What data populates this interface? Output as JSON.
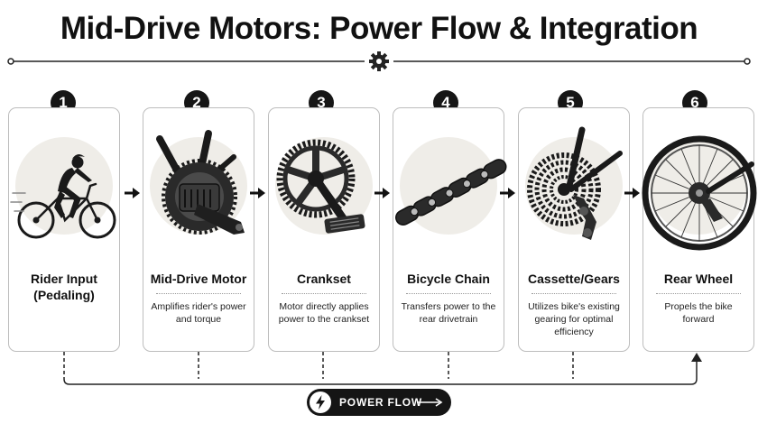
{
  "title": "Mid-Drive Motors: Power Flow & Integration",
  "steps": [
    {
      "number": "1",
      "title": "Rider Input\n(Pedaling)",
      "description": "",
      "icon": "cyclist-icon"
    },
    {
      "number": "2",
      "title": "Mid-Drive Motor",
      "description": "Amplifies rider's power and torque",
      "icon": "mid-drive-motor-icon"
    },
    {
      "number": "3",
      "title": "Crankset",
      "description": "Motor directly applies power to the crankset",
      "icon": "crankset-icon"
    },
    {
      "number": "4",
      "title": "Bicycle Chain",
      "description": "Transfers power to the rear drivetrain",
      "icon": "bicycle-chain-icon"
    },
    {
      "number": "5",
      "title": "Cassette/Gears",
      "description": "Utilizes bike's existing gearing for optimal efficiency",
      "icon": "cassette-gears-icon"
    },
    {
      "number": "6",
      "title": "Rear Wheel",
      "description": "Propels the bike forward",
      "icon": "rear-wheel-icon"
    }
  ],
  "power_flow": {
    "label": "POWER FLOW",
    "icon": "lightning-bolt-icon"
  },
  "colors": {
    "ink": "#151515",
    "card_border": "#bdbdbd",
    "illustration_bg": "#efede8",
    "text": "#111111"
  }
}
